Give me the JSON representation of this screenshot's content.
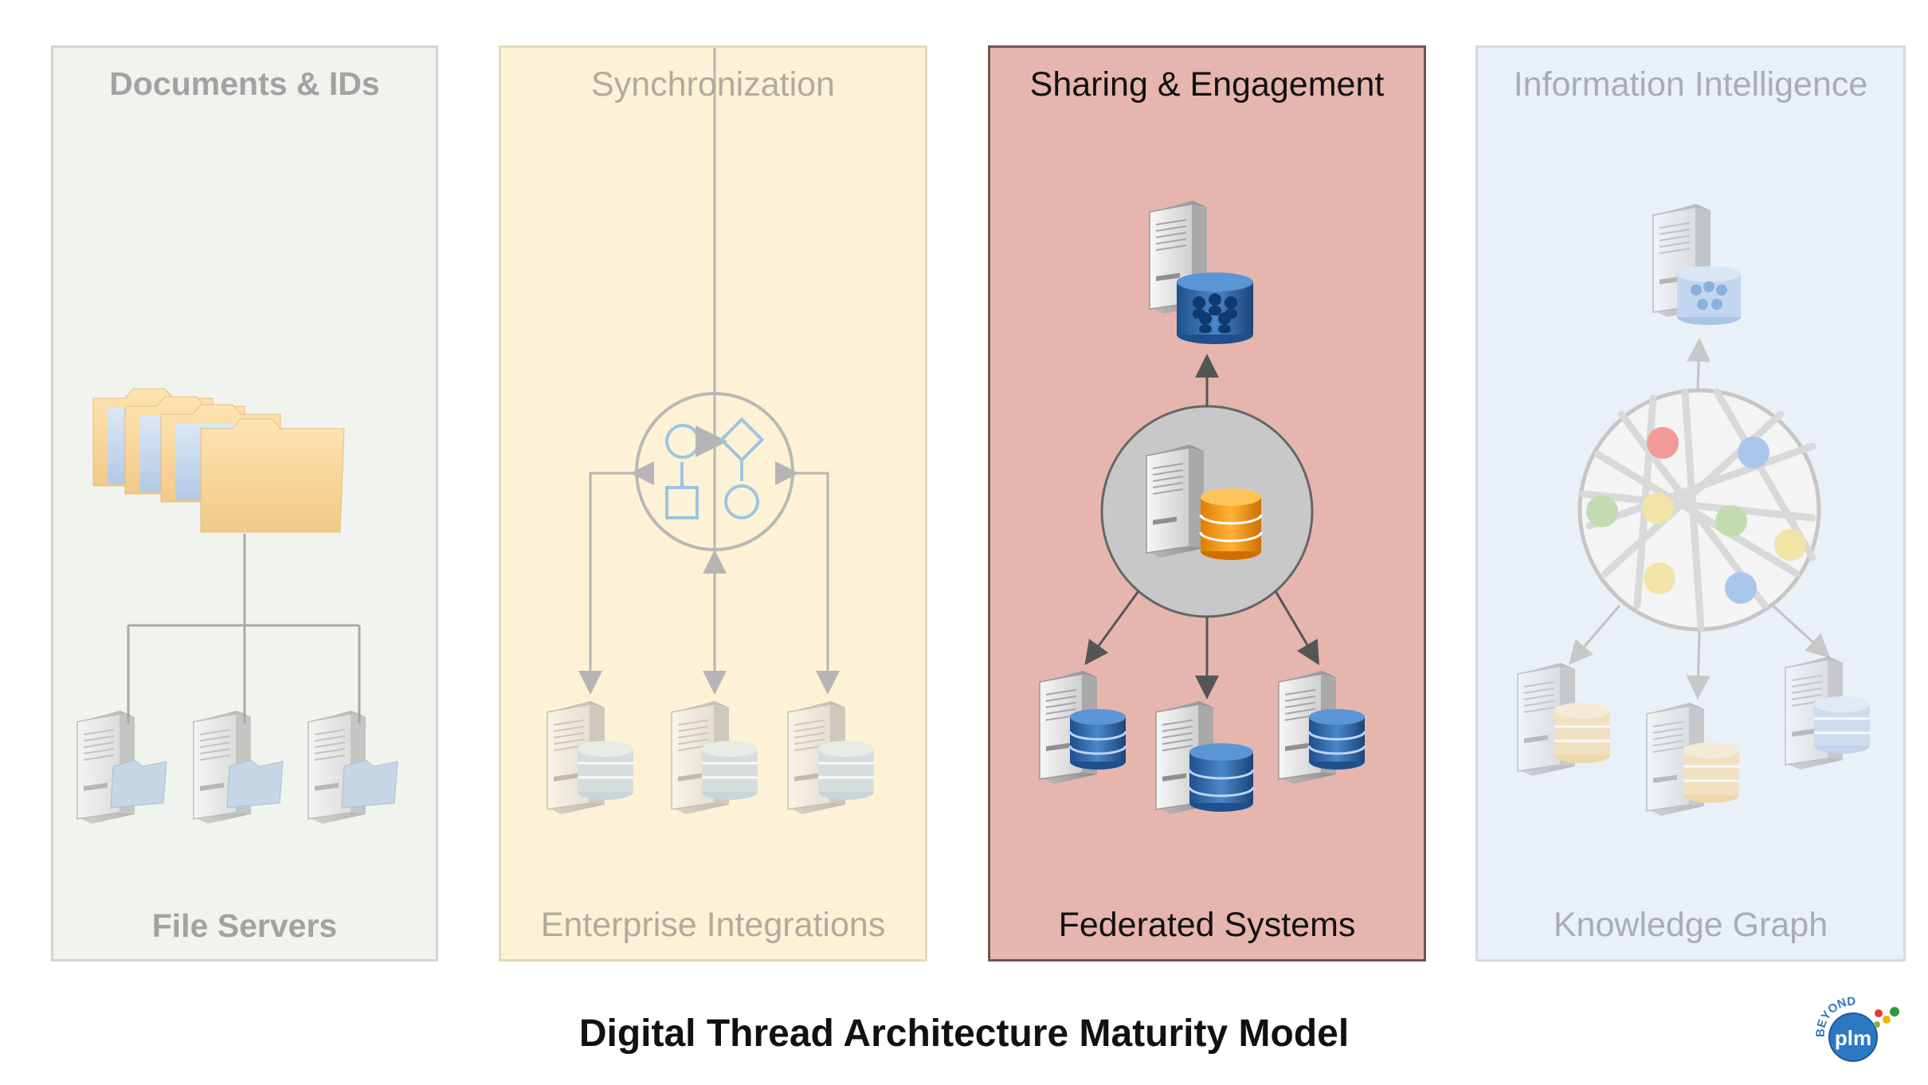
{
  "panels": [
    {
      "title": "Documents & IDs",
      "footer": "File Servers"
    },
    {
      "title": "Synchronization",
      "footer": "Enterprise Integrations"
    },
    {
      "title": "Sharing & Engagement",
      "footer": "Federated Systems"
    },
    {
      "title": "Information Intelligence",
      "footer": "Knowledge Graph"
    }
  ],
  "main_title": "Digital Thread Architecture Maturity Model",
  "logo": {
    "top_text": "BEYOND",
    "main_text": "plm"
  },
  "colors": {
    "panel1_bg": "#f1f3ee",
    "panel2_bg": "#fdf2d5",
    "panel3_bg": "#e6b6ae",
    "panel4_bg": "#eaf0f8",
    "db_blue": "#2f67a8",
    "db_orange": "#f39a12",
    "faded_db_blue": "#b8cde6",
    "faded_db_yellow": "#f5d694"
  }
}
